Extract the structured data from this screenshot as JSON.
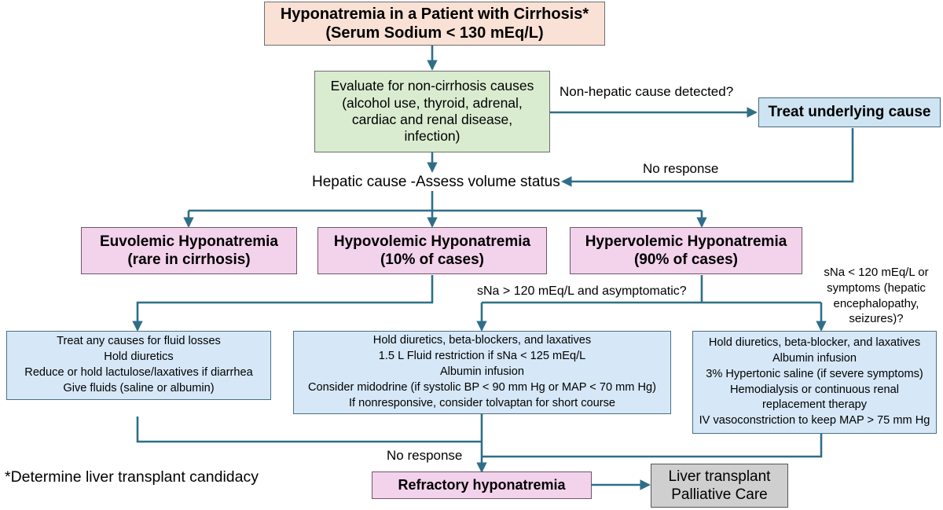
{
  "diagram": {
    "title": "Management algorithm for hyponatremia in a patient with cirrhosis",
    "accent_line_color": "#2f6e88",
    "nodes": {
      "start": {
        "line1": "Hyponatremia in a Patient with Cirrhosis*",
        "line2": "(Serum Sodium < 130 mEq/L)",
        "fill": "#fae1d5"
      },
      "evaluate": {
        "line1": "Evaluate for non-cirrhosis causes",
        "line2": "(alcohol use, thyroid, adrenal,",
        "line3": "cardiac and renal disease,",
        "line4": "infection)",
        "fill": "#d9ecd0"
      },
      "treat_underlying": {
        "label": "Treat underlying cause",
        "fill": "#cfe4f3"
      },
      "hepatic": {
        "label": "Hepatic cause -Assess volume status"
      },
      "euvolemic": {
        "line1": "Euvolemic Hyponatremia",
        "line2": "(rare in cirrhosis)",
        "fill": "#f3d2ec"
      },
      "hypovolemic": {
        "line1": "Hypovolemic Hyponatremia",
        "line2": "(10% of cases)",
        "fill": "#f3d2ec"
      },
      "hypervolemic": {
        "line1": "Hypervolemic Hyponatremia",
        "line2": "(90% of cases)",
        "fill": "#f3d2ec"
      },
      "treat_euvolemic": {
        "lines": [
          "Treat any causes for fluid losses",
          "Hold diuretics",
          "Reduce or hold lactulose/laxatives if diarrhea",
          "Give fluids (saline or albumin)"
        ],
        "fill": "#d6e8f7"
      },
      "treat_mild": {
        "lines": [
          "Hold diuretics, beta-blockers, and laxatives",
          "1.5 L Fluid restriction if sNa < 125 mEq/L",
          "Albumin infusion",
          "Consider midodrine (if systolic BP < 90 mm Hg or MAP < 70 mm Hg)",
          "If nonresponsive, consider tolvaptan for short course"
        ],
        "fill": "#d6e8f7"
      },
      "treat_severe": {
        "lines": [
          "Hold diuretics, beta-blocker, and laxatives",
          "Albumin infusion",
          "3% Hypertonic saline (if severe symptoms)",
          "Hemodialysis or continuous renal",
          "replacement therapy",
          "IV vasoconstriction to keep MAP > 75 mm Hg"
        ],
        "fill": "#d6e8f7"
      },
      "refractory": {
        "label": "Refractory hyponatremia",
        "fill": "#f3d2ec"
      },
      "transplant": {
        "line1": "Liver transplant",
        "line2": "Palliative Care",
        "fill": "#cfcfcf"
      }
    },
    "edge_labels": {
      "non_hepatic": "Non-hepatic cause detected?",
      "no_response_top": "No response",
      "sna_high": "sNa > 120 mEq/L and asymptomatic?",
      "sna_low_l1": "sNa < 120 mEq/L or",
      "sna_low_l2": "symptoms (hepatic",
      "sna_low_l3": "encephalopathy,",
      "sna_low_l4": "seizures)?",
      "no_response_bottom": "No response"
    },
    "footnote": "*Determine liver transplant candidacy"
  }
}
